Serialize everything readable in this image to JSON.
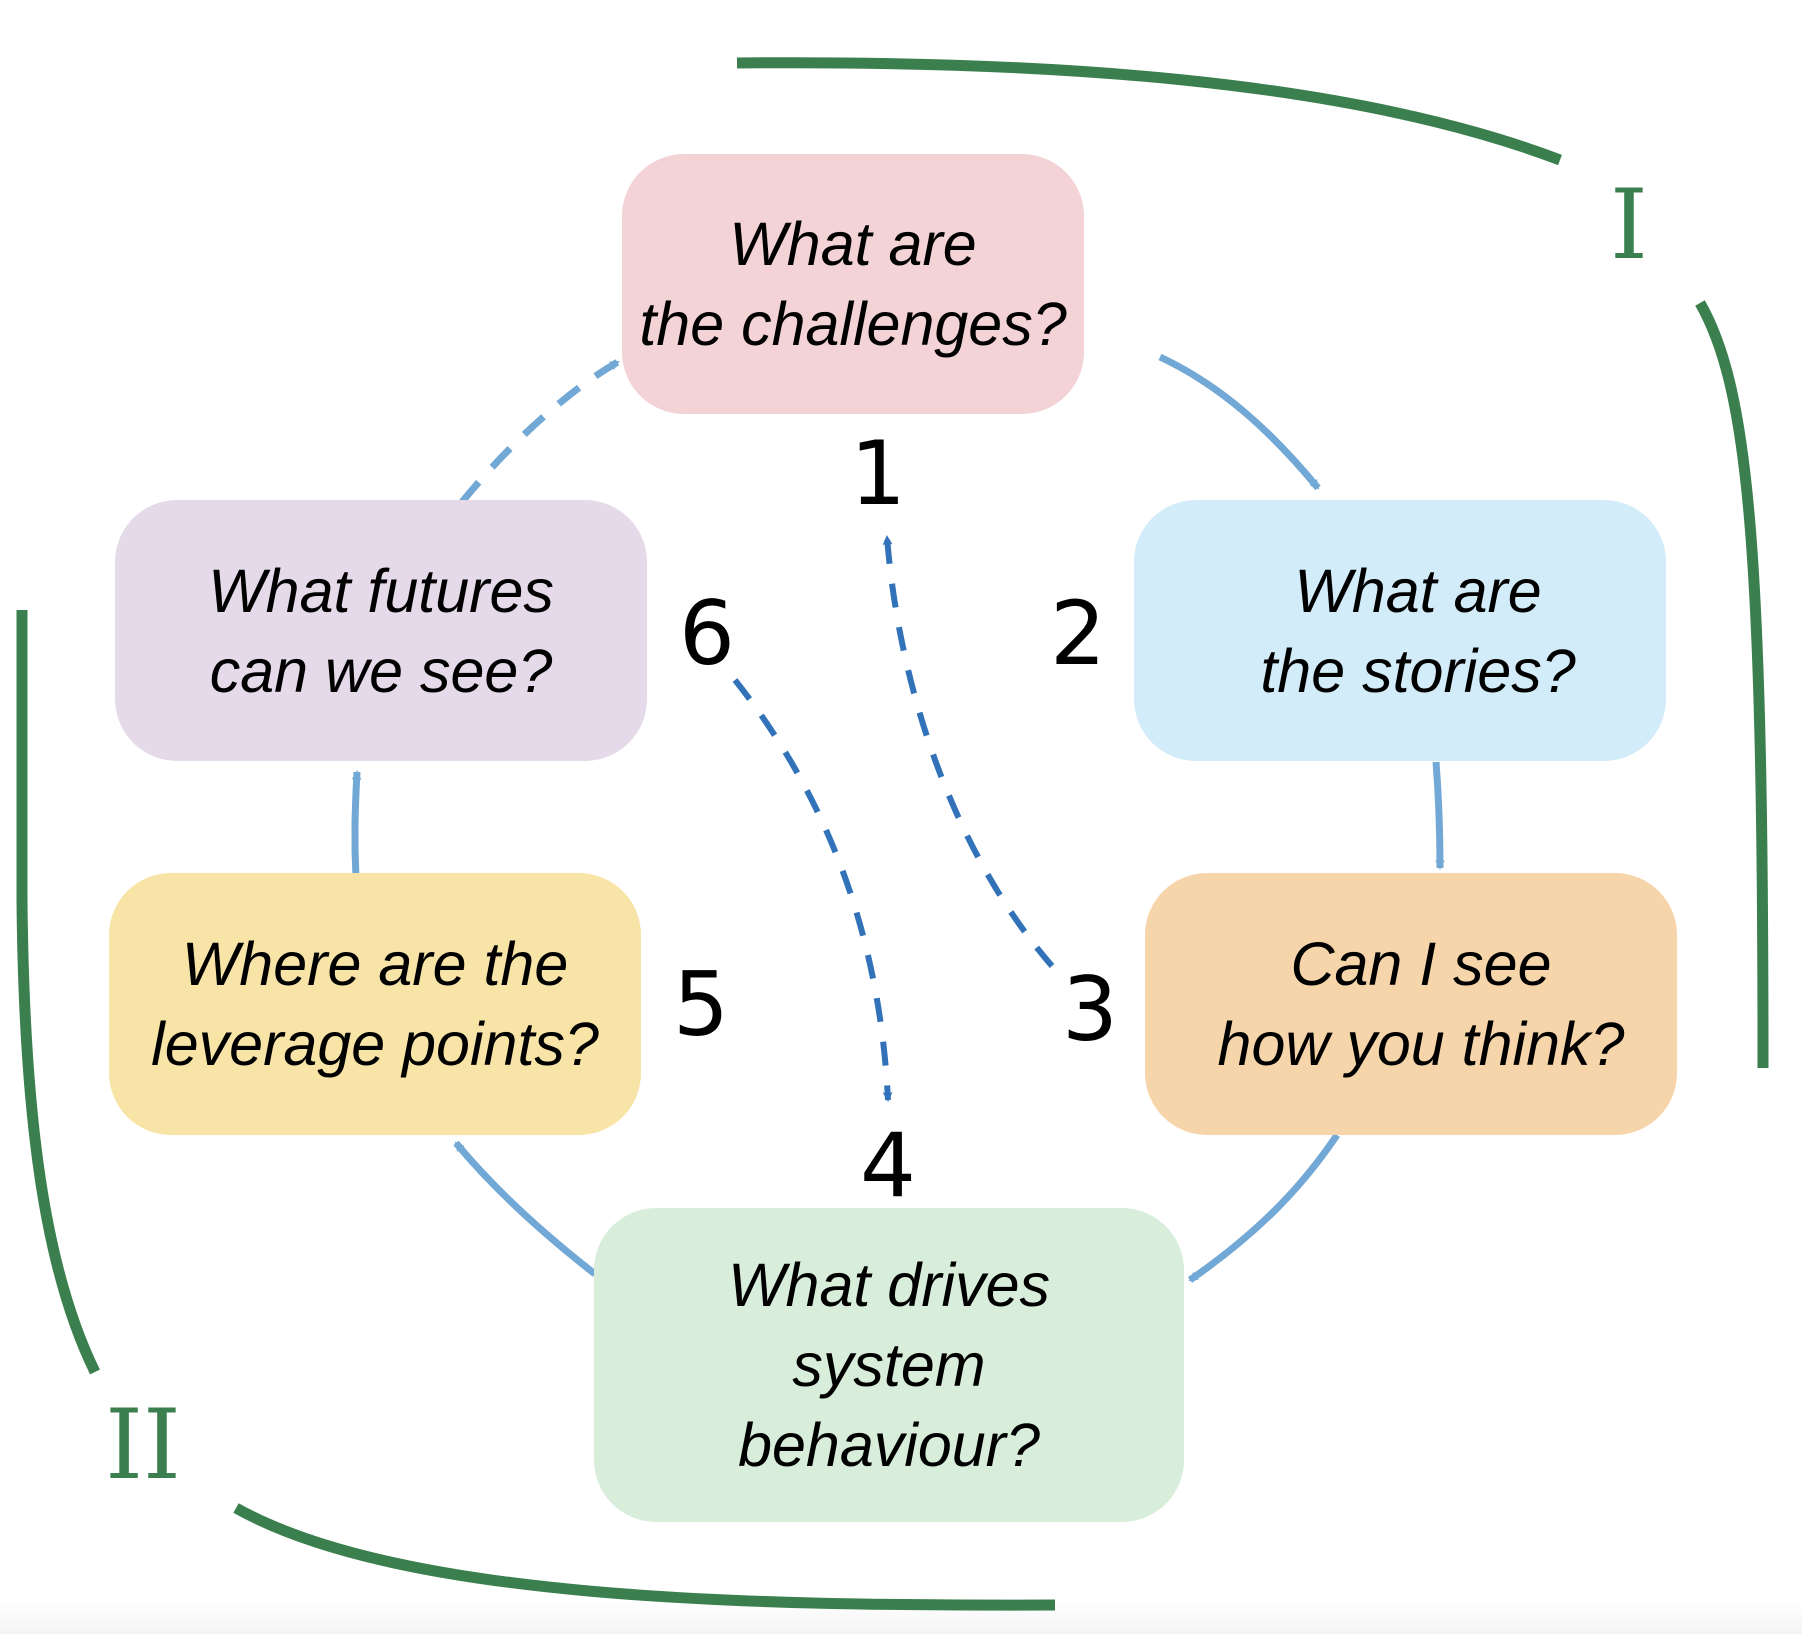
{
  "diagram": {
    "colors": {
      "bracket": "#3a7f4d",
      "cycle_arrow": "#72a8d5",
      "cross_arrow": "#3172b9",
      "text": "#000000"
    },
    "steps": [
      {
        "number": "1",
        "text": "What are\nthe challenges?",
        "color": "#f4d3d6"
      },
      {
        "number": "2",
        "text": "What are\nthe stories?",
        "color": "#d3ecf9"
      },
      {
        "number": "3",
        "text": "Can I see\nhow you think?",
        "color": "#f6d5ab"
      },
      {
        "number": "4",
        "text": "What drives\nsystem\nbehaviour?",
        "color": "#d8eedb"
      },
      {
        "number": "5",
        "text": "Where are the\nleverage points?",
        "color": "#f9e4a8"
      },
      {
        "number": "6",
        "text": "What futures\ncan we see?",
        "color": "#e5dae9"
      }
    ],
    "phases": [
      {
        "label": "I",
        "covers_steps": [
          "1",
          "2",
          "3"
        ]
      },
      {
        "label": "II",
        "covers_steps": [
          "4",
          "5",
          "6"
        ]
      }
    ],
    "arrows": [
      {
        "from": "1",
        "to": "2",
        "style": "solid"
      },
      {
        "from": "2",
        "to": "3",
        "style": "solid"
      },
      {
        "from": "3",
        "to": "4",
        "style": "solid"
      },
      {
        "from": "4",
        "to": "5",
        "style": "solid"
      },
      {
        "from": "5",
        "to": "6",
        "style": "solid"
      },
      {
        "from": "6",
        "to": "1",
        "style": "dashed"
      },
      {
        "from": "3",
        "to": "1",
        "style": "dashed"
      },
      {
        "from": "6",
        "to": "4",
        "style": "dashed"
      }
    ]
  }
}
